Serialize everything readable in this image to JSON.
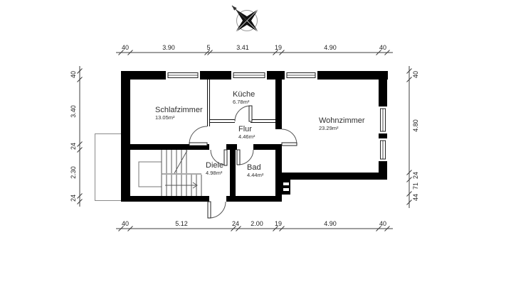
{
  "plan_title": "floor-plan",
  "rooms": [
    {
      "id": "schlafzimmer",
      "name": "Schlafzimmer",
      "area": "13.05m²"
    },
    {
      "id": "kueche",
      "name": "Küche",
      "area": "6.78m²"
    },
    {
      "id": "flur",
      "name": "Flur",
      "area": "4.46m²"
    },
    {
      "id": "wohnzimmer",
      "name": "Wohnzimmer",
      "area": "23.29m²"
    },
    {
      "id": "diele",
      "name": "Diele",
      "area": "4.98m²"
    },
    {
      "id": "bad",
      "name": "Bad",
      "area": "4.44m²"
    }
  ],
  "dimensions": {
    "top": [
      "40",
      "3.90",
      "5",
      "3.41",
      "19",
      "4.90",
      "40"
    ],
    "bottom": [
      "40",
      "5.12",
      "24",
      "2.00",
      "19",
      "4.90",
      "40"
    ],
    "left": [
      "40",
      "3.40",
      "24",
      "2.30",
      "24"
    ],
    "right": [
      "40",
      "4.80",
      "24",
      "71",
      "44"
    ]
  },
  "icons": {
    "compass": "north-arrow"
  },
  "colors": {
    "wall": "#000000",
    "line": "#444444",
    "text": "#1d1d1d"
  }
}
